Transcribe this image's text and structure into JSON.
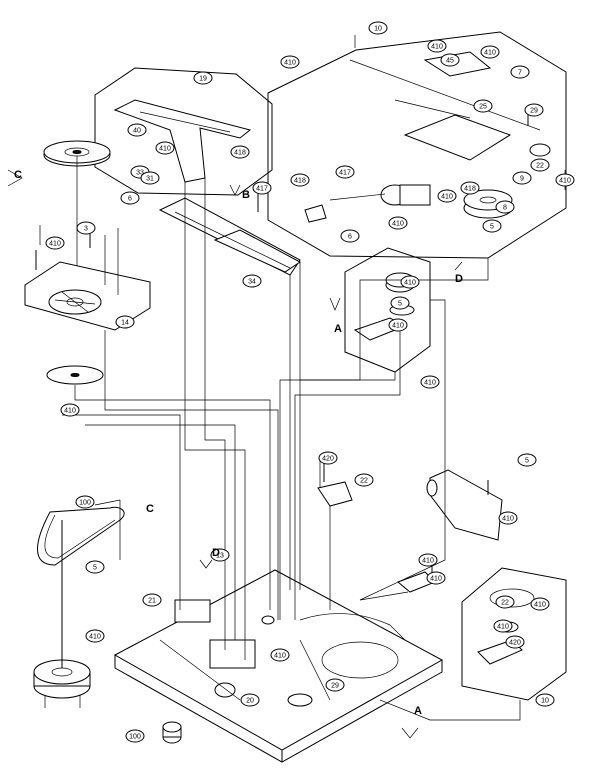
{
  "diagram": {
    "type": "exploded-parts-diagram",
    "reference_letters": [
      "A",
      "B",
      "C",
      "D"
    ]
  },
  "callouts": [
    "10",
    "410",
    "45",
    "410",
    "7",
    "410",
    "19",
    "40",
    "25",
    "29",
    "410",
    "418",
    "22",
    "418",
    "9",
    "410",
    "418",
    "417",
    "410",
    "8",
    "417",
    "5",
    "410",
    "6",
    "33",
    "31",
    "6",
    "410",
    "3",
    "410",
    "5",
    "34",
    "410",
    "410",
    "14",
    "410",
    "420",
    "22",
    "5",
    "410",
    "100",
    "5",
    "410",
    "13",
    "410",
    "410",
    "22",
    "410",
    "410",
    "420",
    "10",
    "21",
    "100",
    "29",
    "410",
    "20"
  ]
}
